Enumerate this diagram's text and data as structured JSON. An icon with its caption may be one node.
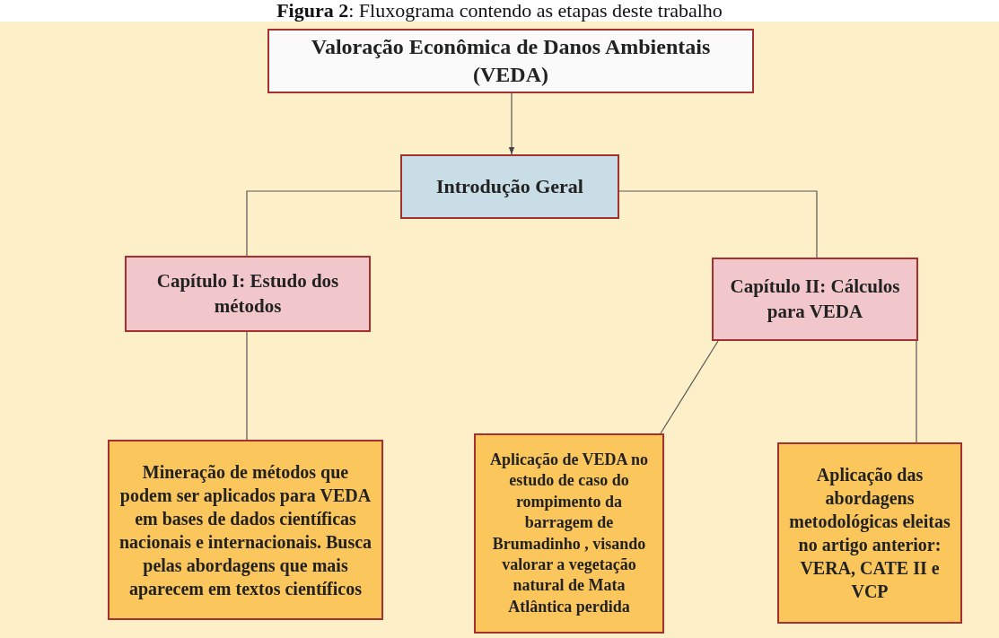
{
  "diagram": {
    "title": "**Figura 2**: Fluxograma contendo as etapas deste trabalho",
    "nodes": [
      {
        "text": [
          "Valoração Econômica de Danos Ambientais (VEDA)"
        ]
      },
      {
        "text": [
          "Introdução Geral"
        ]
      },
      {
        "text": [
          "Capítulo I: Estudo dos métodos"
        ]
      },
      {
        "text": [
          "Capítulo II: Cálculos para VEDA"
        ]
      },
      {
        "text": [
          "Mineração de métodos que podem ser aplicados para VEDA em bases de dados científicas nacionais e internacionais. Busca pelas abordagens que mais aparecem em textos científicos"
        ]
      },
      {
        "text": [
          "Aplicação de VEDA no estudo de caso do rompimento da barragem de Brumadinho , visando valorar a vegetação natural de Mata Atlântica perdida"
        ]
      },
      {
        "text": [
          "Aplicação das abordagens metodológicas eleitas no artigo anterior: VERA, CATE II e VCP"
        ]
      }
    ],
    "edges": [
      {
        "from": 0,
        "to": 1,
        "arrow": "to"
      },
      {
        "from": 1,
        "to": 2,
        "arrow": "none"
      },
      {
        "from": 1,
        "to": 3,
        "arrow": "none"
      },
      {
        "from": 2,
        "to": 4,
        "arrow": "none"
      },
      {
        "from": 3,
        "to": 5,
        "arrow": "none"
      },
      {
        "from": 3,
        "to": 6,
        "arrow": "none"
      }
    ]
  }
}
